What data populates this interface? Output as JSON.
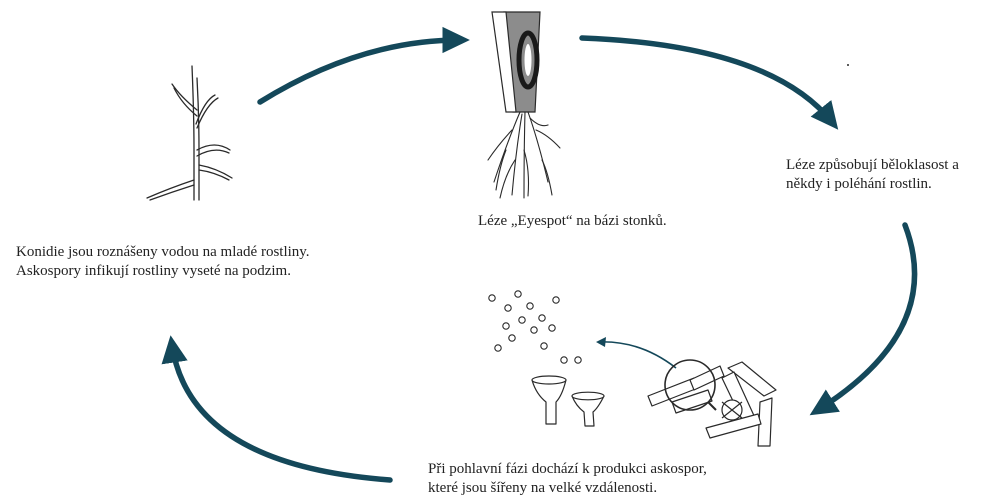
{
  "diagram": {
    "colors": {
      "arrow": "#14485a",
      "line": "#2a2a2a",
      "lesion": "#1a1a1a",
      "stem_shade": "#8c8c8c"
    },
    "captions": {
      "eyespot": "Léze „Eyespot“ na bázi stonků.",
      "lodging": {
        "line1": "Léze způsobují běloklasost a",
        "line2": "někdy i poléhání rostlin."
      },
      "spread": {
        "line1": "Konidie jsou roznášeny vodou na mladé rostliny.",
        "line2": "Askospory infikují rostliny vyseté na podzim."
      },
      "sexual": {
        "line1": "Při pohlavní fázi dochází k produkci askospor,",
        "line2": "které jsou šířeny na velké vzdálenosti."
      }
    },
    "icons": {
      "seedling": "young-plant-icon",
      "stem_base": "stem-base-lesion-icon",
      "apothecia": "apothecia-fruiting-bodies-icon",
      "ascospores": "ascospores-icon",
      "stubble": "infected-stubble-icon"
    }
  }
}
